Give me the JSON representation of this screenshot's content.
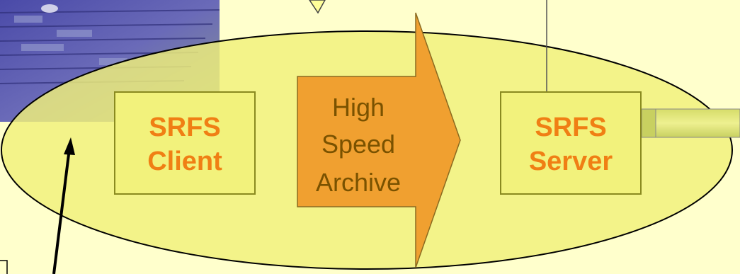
{
  "colors": {
    "background": "#ffffcc",
    "ellipse_fill": "#f0f07a",
    "box_fill": "#f2f27c",
    "box_border": "#8a8a20",
    "box_text": "#f07f14",
    "arrow_fill": "#f0a030",
    "arrow_text": "#7a5200",
    "photo_tone": "#5a5ab0"
  },
  "client": {
    "line1": "SRFS",
    "line2": "Client"
  },
  "archive": {
    "line1": "High",
    "line2": "Speed",
    "line3": "Archive"
  },
  "server": {
    "line1": "SRFS",
    "line2": "Server"
  },
  "icons": {
    "photo": "server-rack-photo",
    "pointer": "pointer-arrow-icon",
    "callout": "callout-tip-icon"
  }
}
